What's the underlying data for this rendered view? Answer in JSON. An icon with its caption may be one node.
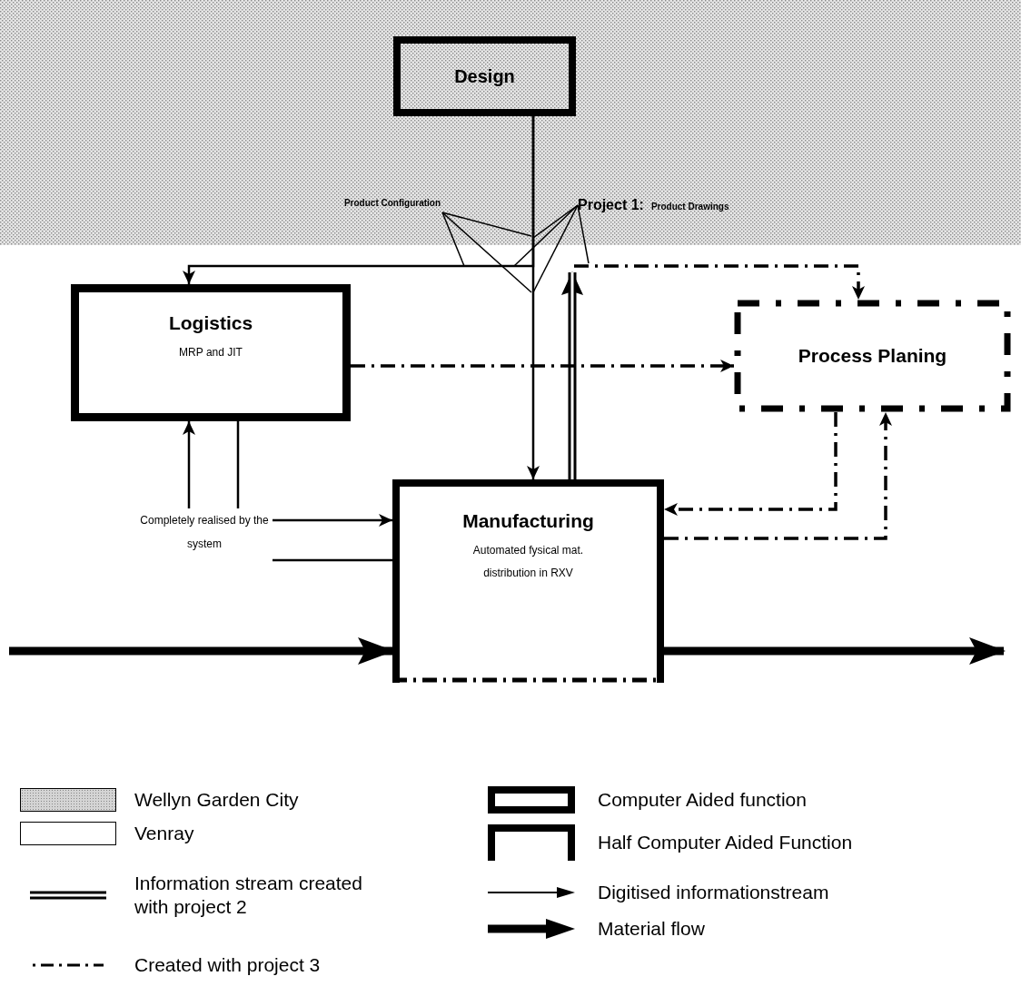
{
  "diagram": {
    "nodes": [
      {
        "text": [
          "Design"
        ]
      },
      {
        "text": [
          "Logistics",
          "MRP and JIT"
        ]
      },
      {
        "text": [
          "Process Planing"
        ]
      },
      {
        "text": [
          "Manufacturing",
          "Automated fysical mat. distribution in RXV"
        ]
      },
      {
        "text": [
          "Completely realised by the system"
        ]
      },
      {
        "text": [
          "Product Configuration"
        ]
      },
      {
        "text": [
          "Project 1:",
          "Product Drawings"
        ]
      }
    ],
    "edges": [
      {
        "from": 0,
        "to": 3,
        "arrow": "to"
      },
      {
        "from": 0,
        "to": 1,
        "arrow": "to"
      },
      {
        "from": 3,
        "to": null,
        "arrow": "to",
        "style": "thick"
      },
      {
        "from": null,
        "to": 2,
        "arrow": "to",
        "style": "dashed"
      },
      {
        "from": 1,
        "to": 2,
        "arrow": "to",
        "style": "dashed"
      },
      {
        "from": 2,
        "to": 3,
        "arrow": "to",
        "style": "dashed"
      },
      {
        "from": 3,
        "to": 2,
        "arrow": "to",
        "style": "dashed"
      },
      {
        "from": 4,
        "to": 1,
        "arrow": "to"
      },
      {
        "from": 1,
        "to": 4,
        "arrow": "none"
      },
      {
        "from": 4,
        "to": 3,
        "arrow": "to"
      },
      {
        "from": 4,
        "to": 3,
        "arrow": "none"
      },
      {
        "from": null,
        "to": 3,
        "arrow": "to",
        "style": "thick"
      },
      {
        "from": 3,
        "to": null,
        "arrow": "to",
        "style": "thick"
      },
      {
        "from": 5,
        "to": null,
        "arrow": "none"
      },
      {
        "from": 5,
        "to": null,
        "arrow": "none"
      },
      {
        "from": 5,
        "to": null,
        "arrow": "none"
      },
      {
        "from": 6,
        "to": null,
        "arrow": "none"
      },
      {
        "from": 6,
        "to": null,
        "arrow": "none"
      },
      {
        "from": 6,
        "to": null,
        "arrow": "none"
      },
      {
        "from": 6,
        "to": null,
        "arrow": "none"
      }
    ],
    "legend": [
      {
        "text": "Wellyn Garden City",
        "color": "#d4d4d4"
      },
      {
        "text": "Venray",
        "color": "#ffffff"
      },
      {
        "text": "Information stream created with project 2"
      },
      {
        "text": "Created with project 3"
      },
      {
        "text": "Computer Aided function"
      },
      {
        "text": "Half Computer Aided Function"
      },
      {
        "text": "Digitised informationstream"
      },
      {
        "text": "Material flow"
      }
    ]
  }
}
